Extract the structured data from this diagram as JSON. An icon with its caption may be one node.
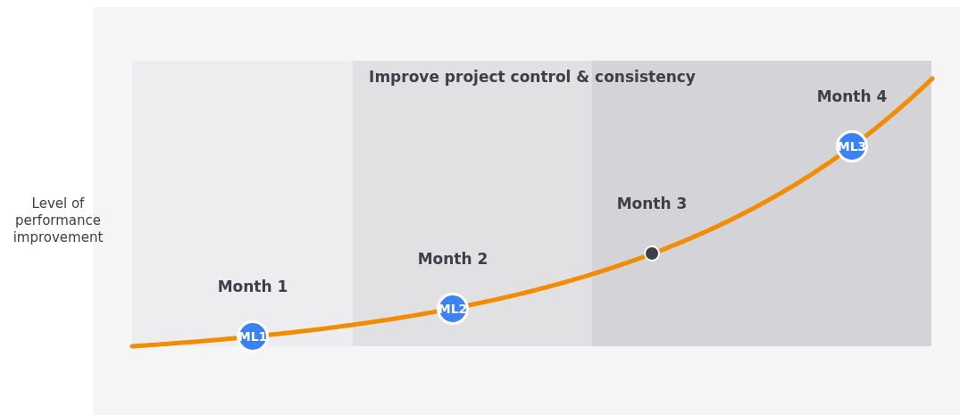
{
  "diagram": {
    "nodes": [
      {
        "text": [
          "ML1"
        ],
        "beside": [
          "Month 1"
        ]
      },
      {
        "text": [
          "ML2"
        ],
        "beside": [
          "Month 2"
        ]
      },
      {
        "text": [],
        "shape": "circle",
        "beside": [
          "Month 3"
        ]
      },
      {
        "text": [
          "ML3"
        ],
        "beside": [
          "Month 4"
        ]
      }
    ],
    "edges": [
      {
        "from": null,
        "to": 0,
        "arrow": "none"
      },
      {
        "from": 0,
        "to": 1,
        "arrow": "none"
      },
      {
        "from": 1,
        "to": 2,
        "arrow": "none"
      },
      {
        "from": 2,
        "to": 3,
        "arrow": "none"
      },
      {
        "from": 3,
        "to": null,
        "arrow": "none"
      }
    ],
    "labels": [
      "Improve project control & consistency",
      "Level of performance improvement"
    ]
  }
}
